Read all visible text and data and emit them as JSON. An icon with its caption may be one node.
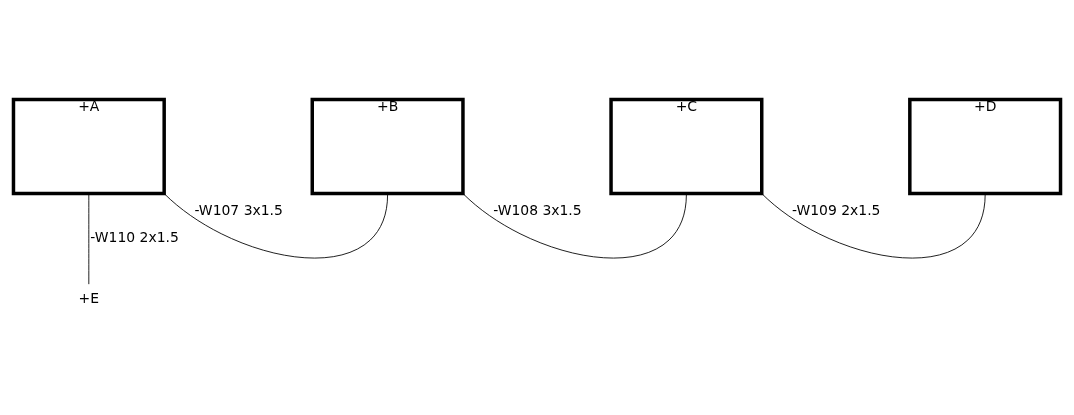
{
  "diagram": {
    "nodes": [
      {
        "text": [
          "+A"
        ]
      },
      {
        "text": [
          "+B"
        ]
      },
      {
        "text": [
          "+C"
        ]
      },
      {
        "text": [
          "+D"
        ]
      },
      {
        "text": [
          "+E"
        ]
      }
    ],
    "edges": [
      {
        "from": 0,
        "to": 1,
        "arrow": "none",
        "label": "-W107 3x1.5"
      },
      {
        "from": 1,
        "to": 2,
        "arrow": "none",
        "label": "-W108 3x1.5"
      },
      {
        "from": 2,
        "to": 3,
        "arrow": "none",
        "label": "-W109 2x1.5"
      },
      {
        "from": 0,
        "to": 4,
        "arrow": "none",
        "label": "-W110 2x1.5"
      }
    ]
  }
}
